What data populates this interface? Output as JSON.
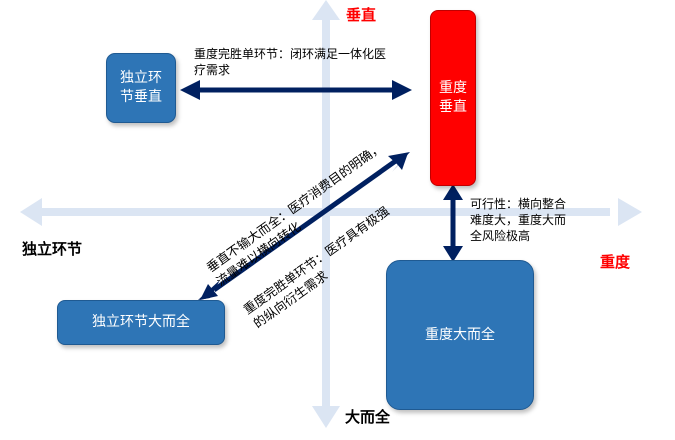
{
  "axes": {
    "top": "垂直",
    "left": "独立环节",
    "right": "重度",
    "bottom": "大而全"
  },
  "nodes": {
    "independent_vertical": "独立环\n节垂直",
    "heavy_vertical": "重度\n垂直",
    "independent_full": "独立环节大而全",
    "heavy_full": "重度大而全"
  },
  "annotations": {
    "top_link": "重度完胜单环节：闭环满足一体化医\n疗需求",
    "feasibility": "可行性：横向整合\n难度大，重度大而\n全风险极高",
    "diag_upper": "垂直不输大而全：医疗消费目的明确，\n流量难以横向转化",
    "diag_lower": "重度完胜单环节：医疗具有极强\n的纵向衍生需求"
  },
  "colors": {
    "axis": "#dbe5f3",
    "node_blue": "#2e75b6",
    "node_red": "#ff0000",
    "link": "#002060",
    "axis_label_red": "#ff0000"
  }
}
